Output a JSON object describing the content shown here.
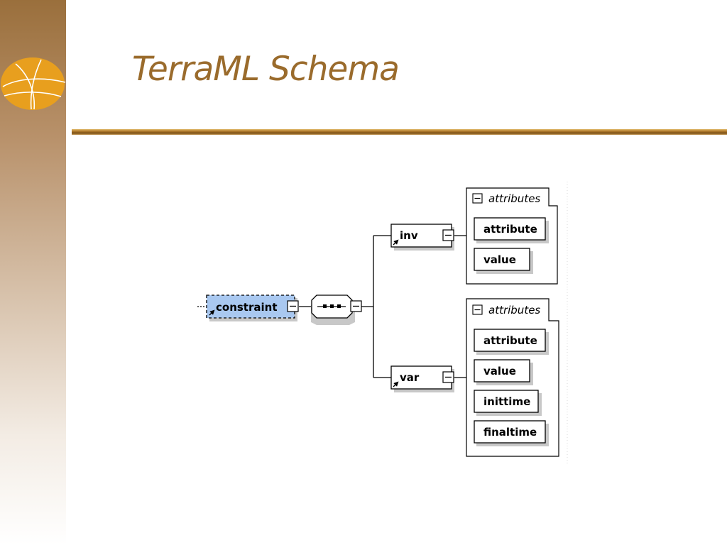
{
  "slide": {
    "title": "TerraML Schema"
  },
  "colors": {
    "title": "#9a6b2c",
    "accent_rule": "#b47e2e",
    "logo": "#e89f1e",
    "selected_node_fill": "#a9c8f0"
  },
  "diagram": {
    "root": "constraint",
    "sequence_icon": "sequence-compositor-icon",
    "inv": {
      "label": "inv",
      "attributes_label": "attributes",
      "attributes": [
        "attribute",
        "value"
      ]
    },
    "var": {
      "label": "var",
      "attributes_label": "attributes",
      "attributes": [
        "attribute",
        "value",
        "inittime",
        "finaltime"
      ]
    }
  }
}
